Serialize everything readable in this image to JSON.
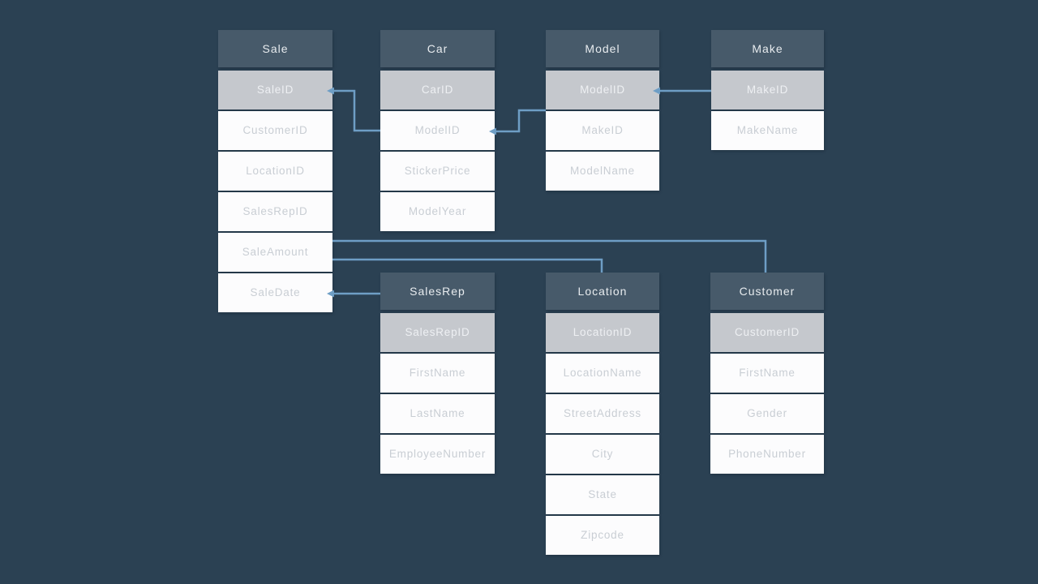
{
  "diagram": {
    "type": "entity-relationship-diagram",
    "colors": {
      "background": "#2B4153",
      "table_header_bg": "#475A6A",
      "key_row_bg": "#C5C8CD",
      "field_row_bg": "#FCFCFD",
      "header_text": "#E8ECEF",
      "key_text": "#EEF0F3",
      "field_text": "#C9CED4",
      "connector": "#6E9EC5"
    },
    "tables": [
      {
        "name": "Sale",
        "fields": [
          {
            "label": "SaleID",
            "key": true
          },
          {
            "label": "CustomerID",
            "key": false
          },
          {
            "label": "LocationID",
            "key": false
          },
          {
            "label": "SalesRepID",
            "key": false
          },
          {
            "label": "SaleAmount",
            "key": false
          },
          {
            "label": "SaleDate",
            "key": false
          }
        ]
      },
      {
        "name": "Car",
        "fields": [
          {
            "label": "CarID",
            "key": true
          },
          {
            "label": "ModelID",
            "key": false
          },
          {
            "label": "StickerPrice",
            "key": false
          },
          {
            "label": "ModelYear",
            "key": false
          }
        ]
      },
      {
        "name": "Model",
        "fields": [
          {
            "label": "ModelID",
            "key": true
          },
          {
            "label": "MakeID",
            "key": false
          },
          {
            "label": "ModelName",
            "key": false
          }
        ]
      },
      {
        "name": "Make",
        "fields": [
          {
            "label": "MakeID",
            "key": true
          },
          {
            "label": "MakeName",
            "key": false
          }
        ]
      },
      {
        "name": "SalesRep",
        "fields": [
          {
            "label": "SalesRepID",
            "key": true
          },
          {
            "label": "FirstName",
            "key": false
          },
          {
            "label": "LastName",
            "key": false
          },
          {
            "label": "EmployeeNumber",
            "key": false
          }
        ]
      },
      {
        "name": "Location",
        "fields": [
          {
            "label": "LocationID",
            "key": true
          },
          {
            "label": "LocationName",
            "key": false
          },
          {
            "label": "StreetAddress",
            "key": false
          },
          {
            "label": "City",
            "key": false
          },
          {
            "label": "State",
            "key": false
          },
          {
            "label": "Zipcode",
            "key": false
          }
        ]
      },
      {
        "name": "Customer",
        "fields": [
          {
            "label": "CustomerID",
            "key": true
          },
          {
            "label": "FirstName",
            "key": false
          },
          {
            "label": "Gender",
            "key": false
          },
          {
            "label": "PhoneNumber",
            "key": false
          }
        ]
      }
    ],
    "connections": [
      {
        "from": "Sale.SaleID",
        "to": "Car.ModelID"
      },
      {
        "from": "Car.ModelID",
        "to": "Model.ModelID"
      },
      {
        "from": "Model.ModelID",
        "to": "Make.MakeID"
      },
      {
        "from": "Sale",
        "to": "Customer"
      },
      {
        "from": "Sale",
        "to": "Location"
      },
      {
        "from": "Sale.SaleDate",
        "to": "SalesRep"
      }
    ]
  }
}
